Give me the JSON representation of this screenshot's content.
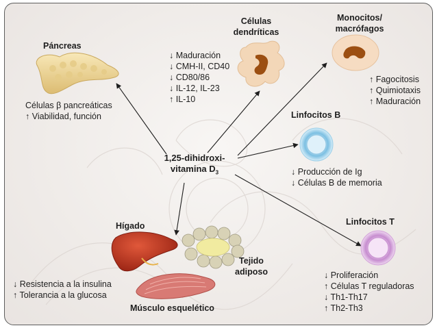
{
  "center": {
    "line1": "1,25-dihidroxi-",
    "line2": "vitamina D",
    "subscript": "3"
  },
  "pancreas": {
    "title": "Páncreas",
    "effects": [
      "Células β pancreáticas",
      "↑ Viabilidad, función"
    ]
  },
  "dendritic": {
    "title_line1": "Células",
    "title_line2": "dendríticas",
    "effects": [
      "↓ Maduración",
      "↓ CMH-II, CD40",
      "↓ CD80/86",
      "↓ IL-12, IL-23",
      "↑ IL-10"
    ]
  },
  "monocytes": {
    "title_line1": "Monocitos/",
    "title_line2": "macrófagos",
    "effects": [
      "↑ Fagocitosis",
      "↑ Quimiotaxis",
      "↑ Maduración"
    ]
  },
  "b_cells": {
    "title": "Linfocitos B",
    "effects": [
      "↓ Producción de Ig",
      "↓ Células B de memoria"
    ]
  },
  "t_cells": {
    "title": "Linfocitos T",
    "effects": [
      "↓ Proliferación",
      "↑ Células T reguladoras",
      "↓ Th1-Th17",
      "↑ Th2-Th3"
    ]
  },
  "liver": {
    "title": "Hígado"
  },
  "adipose": {
    "title_line1": "Tejido",
    "title_line2": "adiposo"
  },
  "muscle": {
    "title": "Músculo esquelético"
  },
  "metabolic": {
    "effects": [
      "↓ Resistencia a la insulina",
      "↑ Tolerancia a la glucosa"
    ]
  },
  "colors": {
    "pancreas": "#efd79a",
    "dendritic_cell": "#f3d7b8",
    "nucleus": "#9c4f12",
    "b_cell": "#8fc8e6",
    "t_cell": "#d7a8dc",
    "liver": "#b8321e",
    "muscle": "#d87a74",
    "adipose": "#e8e3b2"
  }
}
